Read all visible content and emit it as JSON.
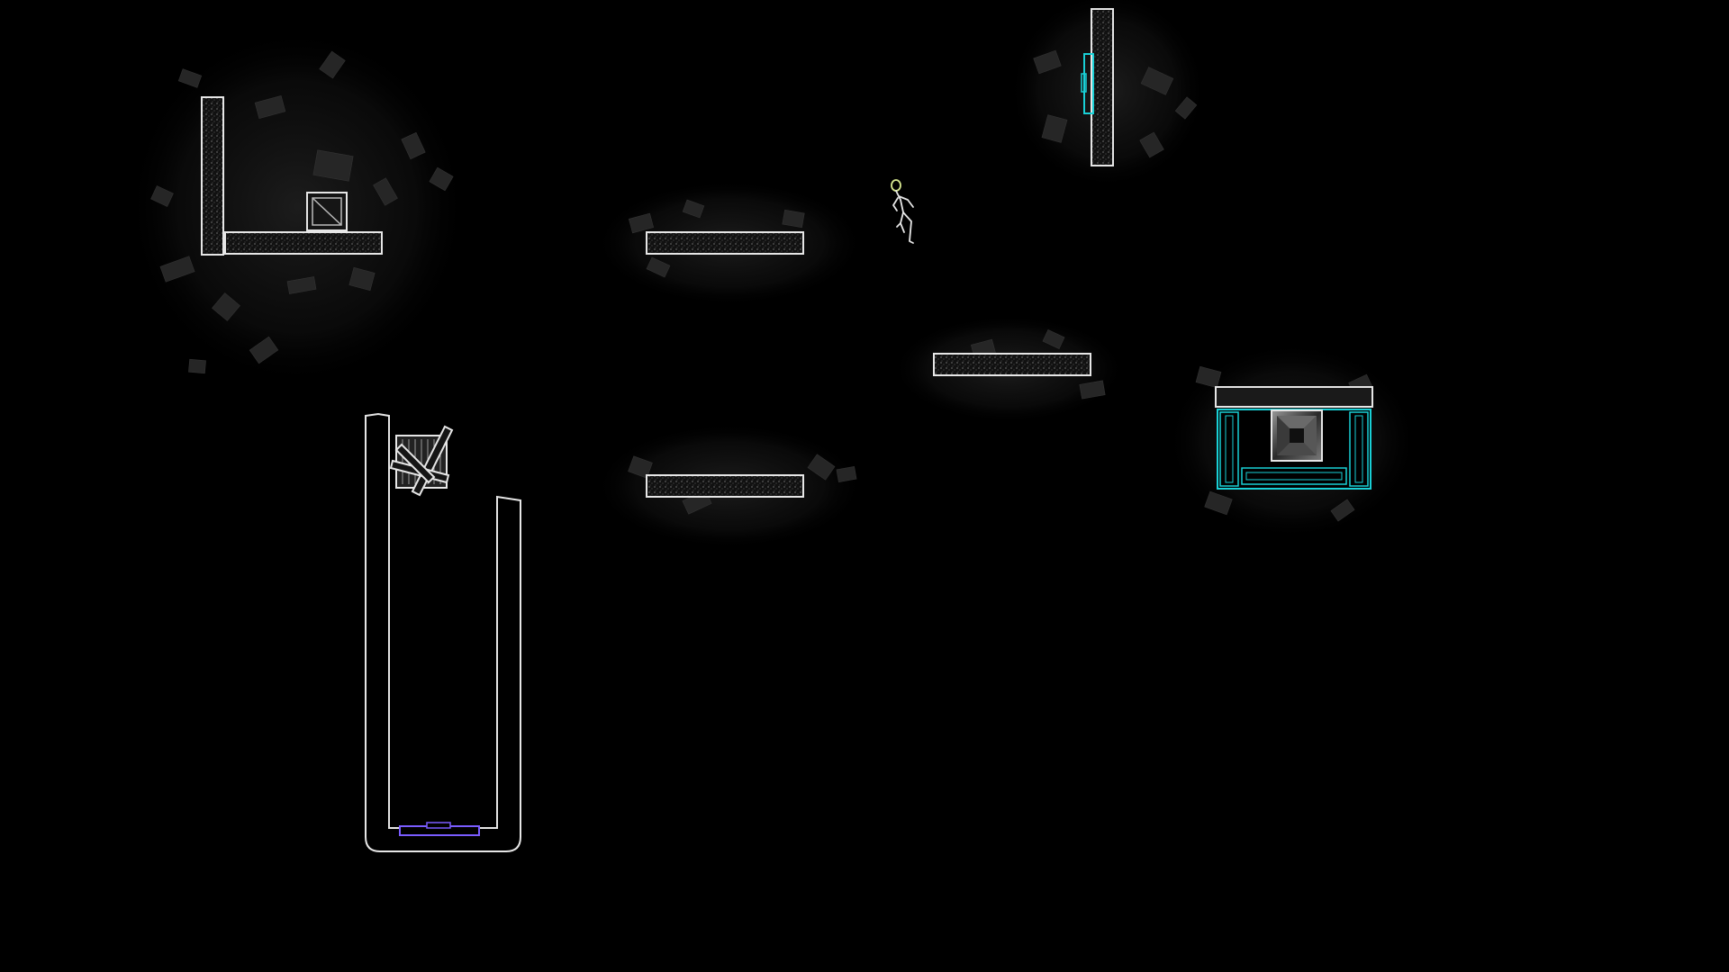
{
  "scene": {
    "title": "",
    "background_color": "#000000",
    "outline_color": "#e6e6e6",
    "accent_cyan": "#19d0d6",
    "accent_purple": "#7a5cff",
    "debris_color": "#2a2a2a"
  },
  "entities": [
    {
      "kind": "l-shaped-platform",
      "icon": "wall-and-floor"
    },
    {
      "kind": "wooden-crate",
      "icon": "crate-icon"
    },
    {
      "kind": "floating-platform",
      "icon": "platform"
    },
    {
      "kind": "floating-platform",
      "icon": "platform"
    },
    {
      "kind": "floating-platform",
      "icon": "platform"
    },
    {
      "kind": "vertical-pillar-with-switch",
      "icon": "pillar"
    },
    {
      "kind": "player-character",
      "icon": "runner-icon"
    },
    {
      "kind": "u-shaped-pit",
      "icon": "pit"
    },
    {
      "kind": "pressure-pad",
      "icon": "pressure-plate-icon"
    },
    {
      "kind": "broken-crate",
      "icon": "broken-crate-icon"
    },
    {
      "kind": "exit-gate-machine",
      "icon": "exit-door-icon"
    }
  ]
}
